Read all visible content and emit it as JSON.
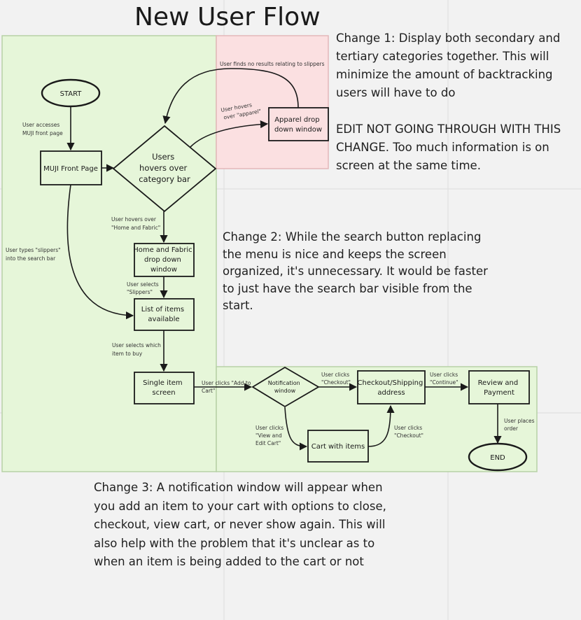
{
  "title": "New User Flow",
  "notes": {
    "change1": "Change 1: Display both secondary and tertiary categories together. This will minimize the amount of backtracking users will have to do",
    "change1_edit": "EDIT NOT GOING THROUGH WITH THIS CHANGE. Too much information is on screen at the same time.",
    "change2": "Change 2: While the search button replacing the menu is nice and keeps the screen organized, it's unnecessary. It would be faster to just have the search bar visible from the start.",
    "change3": "Change 3: A notification window will appear when you add an item to your cart with options to close, checkout, view cart, or never show again. This will also help with the problem that it's unclear as to when an item is being added to the cart or not"
  },
  "nodes": {
    "start": "START",
    "front_page": "MUJI Front Page",
    "users_hover": [
      "Users",
      "hovers over",
      "category bar"
    ],
    "apparel": [
      "Apparel drop",
      "down window"
    ],
    "home_fabric": [
      "Home and Fabric",
      "drop down",
      "window"
    ],
    "items_list": [
      "List of items",
      "available"
    ],
    "single_item": [
      "Single item",
      "screen"
    ],
    "notification": [
      "Notification",
      "window"
    ],
    "checkout": [
      "Checkout/Shipping",
      "address"
    ],
    "review": [
      "Review and",
      "Payment"
    ],
    "cart": "Cart with items",
    "end": "END"
  },
  "edge_labels": {
    "accesses": [
      "User accesses",
      "MUJI front page"
    ],
    "no_results": "User finds no results relating to slippers",
    "hovers_apparel": [
      "User hovers",
      "over \"apparel\""
    ],
    "hovers_home": [
      "User hovers over",
      "\"Home and Fabric\""
    ],
    "types_slippers": [
      "User types \"slippers\"",
      "into the search bar"
    ],
    "selects_slippers": [
      "User selects",
      "\"Slippers\""
    ],
    "selects_item": [
      "User selects which",
      "item to buy"
    ],
    "add_to_cart": [
      "User clicks \"Add to",
      "Cart\""
    ],
    "clicks_checkout": [
      "User clicks",
      "\"Checkout\""
    ],
    "view_edit_cart": [
      "User clicks",
      "\"View and",
      "Edit Cart\""
    ],
    "cart_checkout": [
      "User clicks",
      "\"Checkout\""
    ],
    "clicks_continue": [
      "User clicks",
      "\"Continue\""
    ],
    "places_order": [
      "User places",
      "order"
    ]
  },
  "colors": {
    "green_region": "#e6f6d9",
    "green_border": "#b7d1a6",
    "pink_region": "#fbe0e1",
    "pink_border": "#e3b7b9",
    "stroke": "#1a1a1a",
    "grid": "#dcdcdc"
  }
}
